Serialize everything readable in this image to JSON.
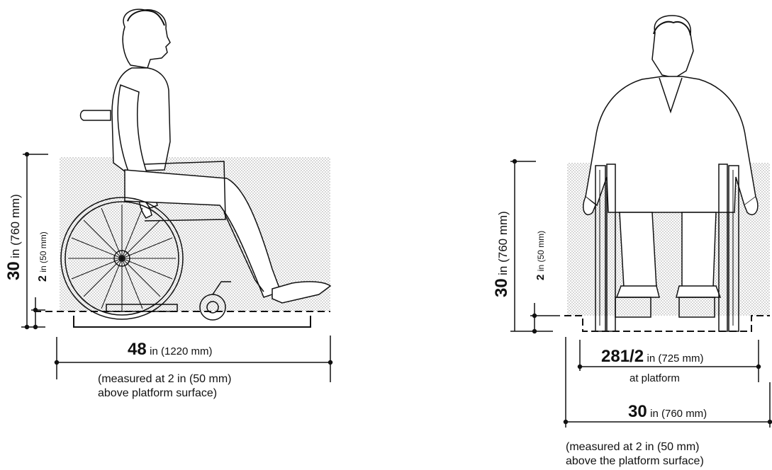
{
  "side_view": {
    "height_label": {
      "value": "30",
      "unit": "in (760 mm)"
    },
    "clearance_label": {
      "value": "2",
      "unit": "in (50 mm)"
    },
    "length_label": {
      "value": "48",
      "unit": "in (1220 mm)"
    },
    "note": "(measured at 2 in (50 mm)\nabove platform surface)"
  },
  "front_view": {
    "height_label": {
      "value": "30",
      "unit": "in (760 mm)"
    },
    "clearance_label": {
      "value": "2",
      "unit": "in (50 mm)"
    },
    "platform_width_label": {
      "value": "281/2",
      "unit": "in (725 mm)"
    },
    "platform_sub": "at platform",
    "overall_width_label": {
      "value": "30",
      "unit": "in (760 mm)"
    },
    "note": "(measured at 2 in (50 mm)\nabove the platform surface)"
  },
  "colors": {
    "ink": "#111111",
    "stipple": "#c8c8c8",
    "paper": "#ffffff"
  }
}
